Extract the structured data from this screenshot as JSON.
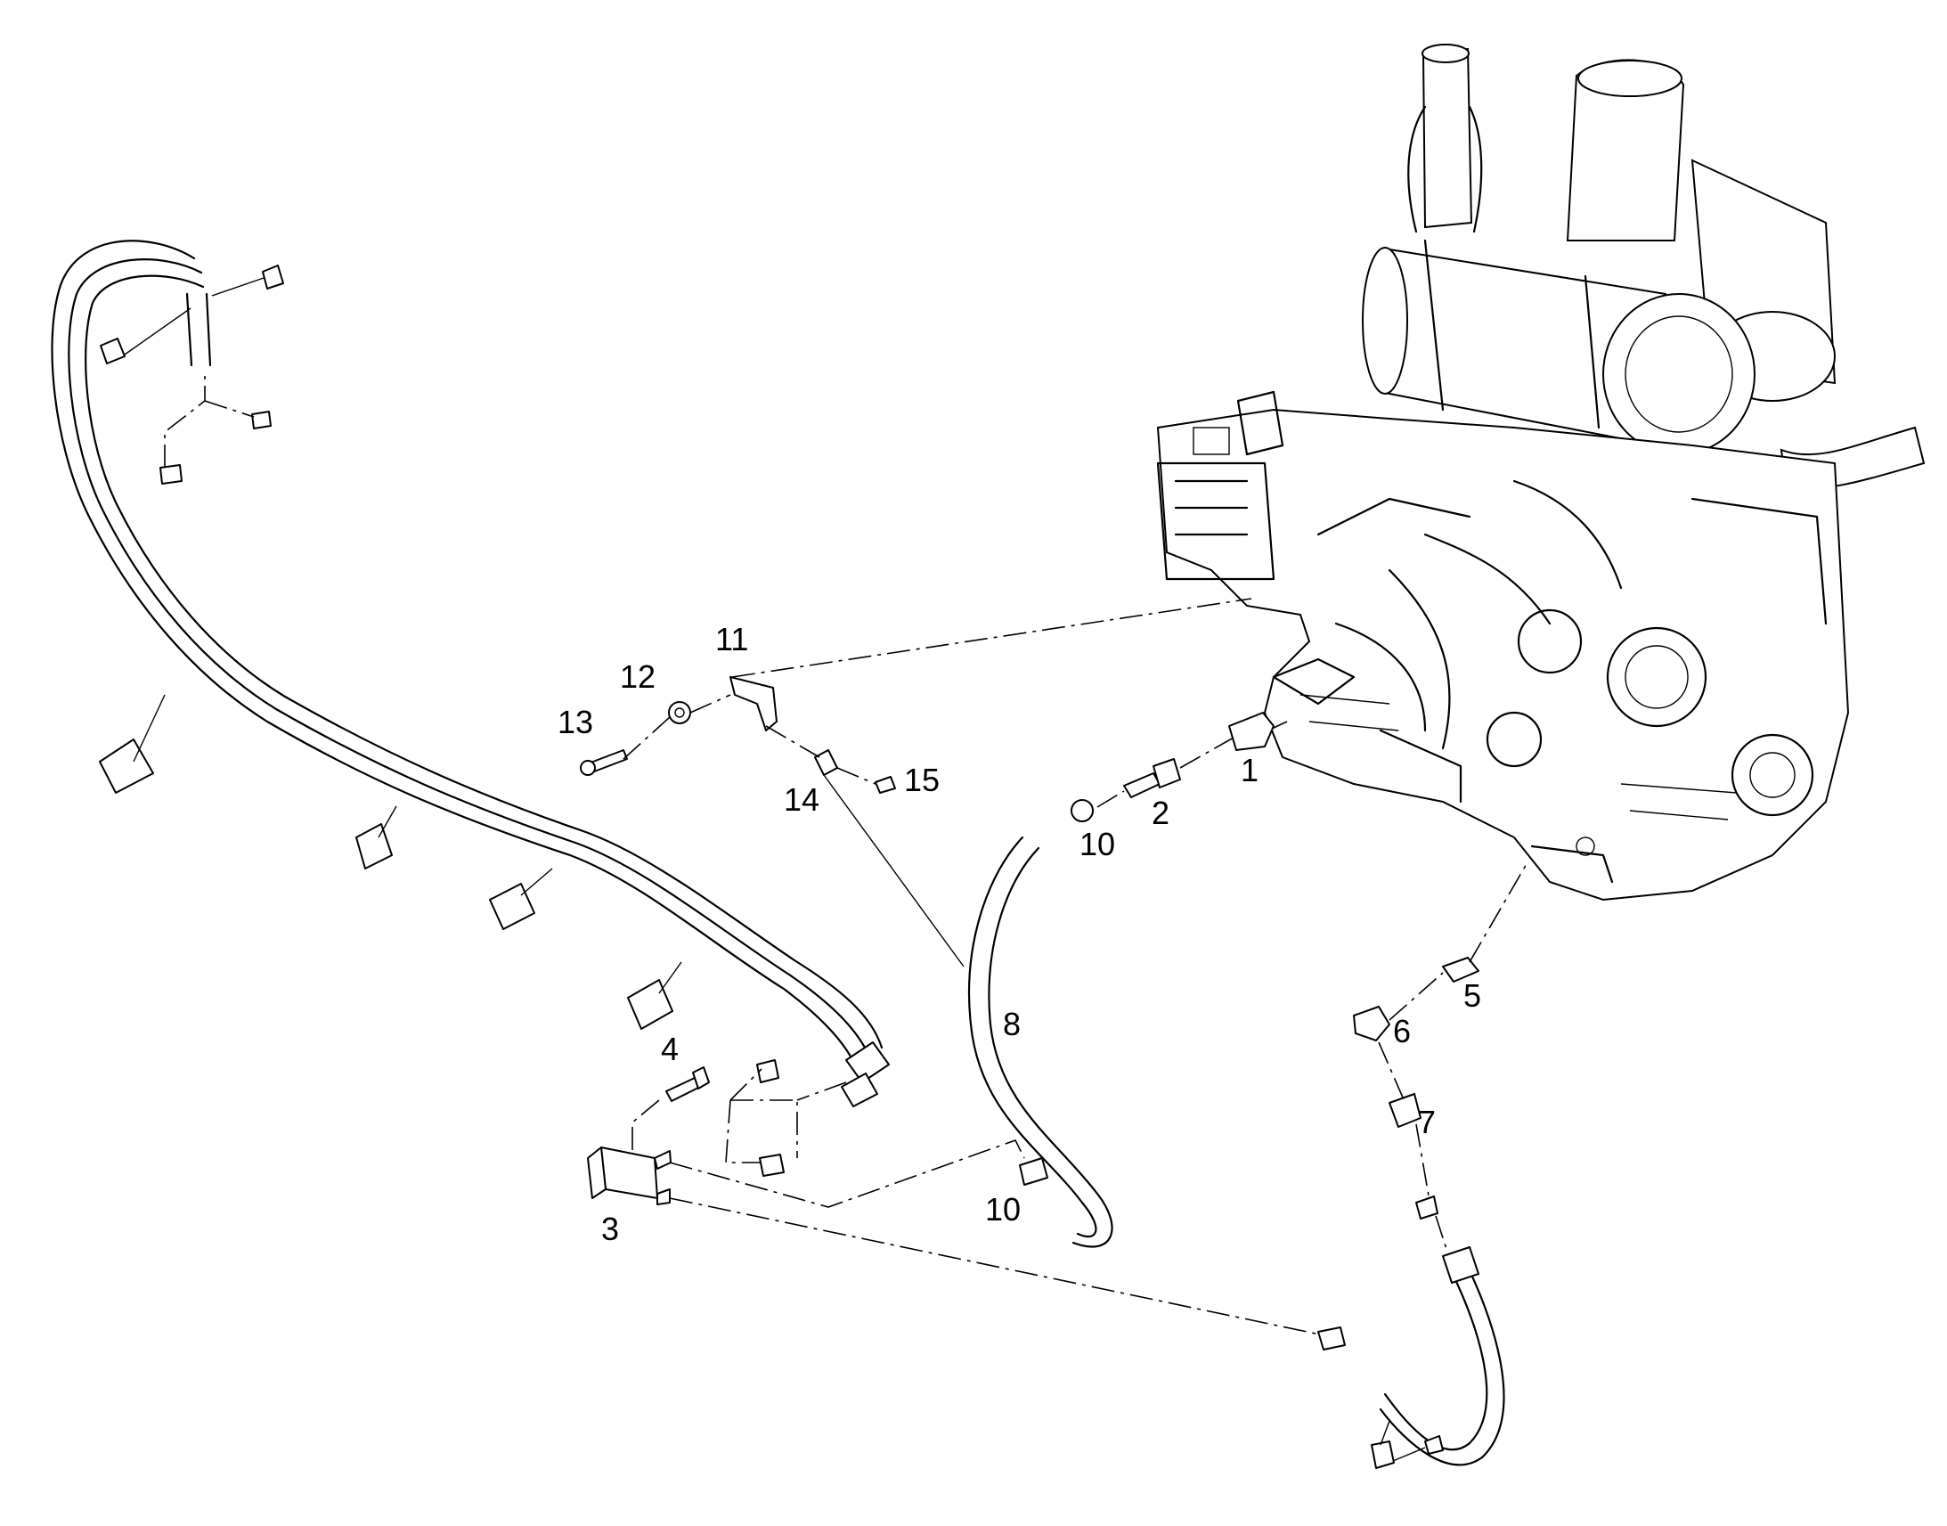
{
  "callouts": {
    "c1": "1",
    "c2": "2",
    "c3": "3",
    "c4": "4",
    "c5": "5",
    "c6": "6",
    "c7": "7",
    "c8": "8",
    "c10a": "10",
    "c10b": "10",
    "c11": "11",
    "c12": "12",
    "c13": "13",
    "c14": "14",
    "c15": "15"
  }
}
